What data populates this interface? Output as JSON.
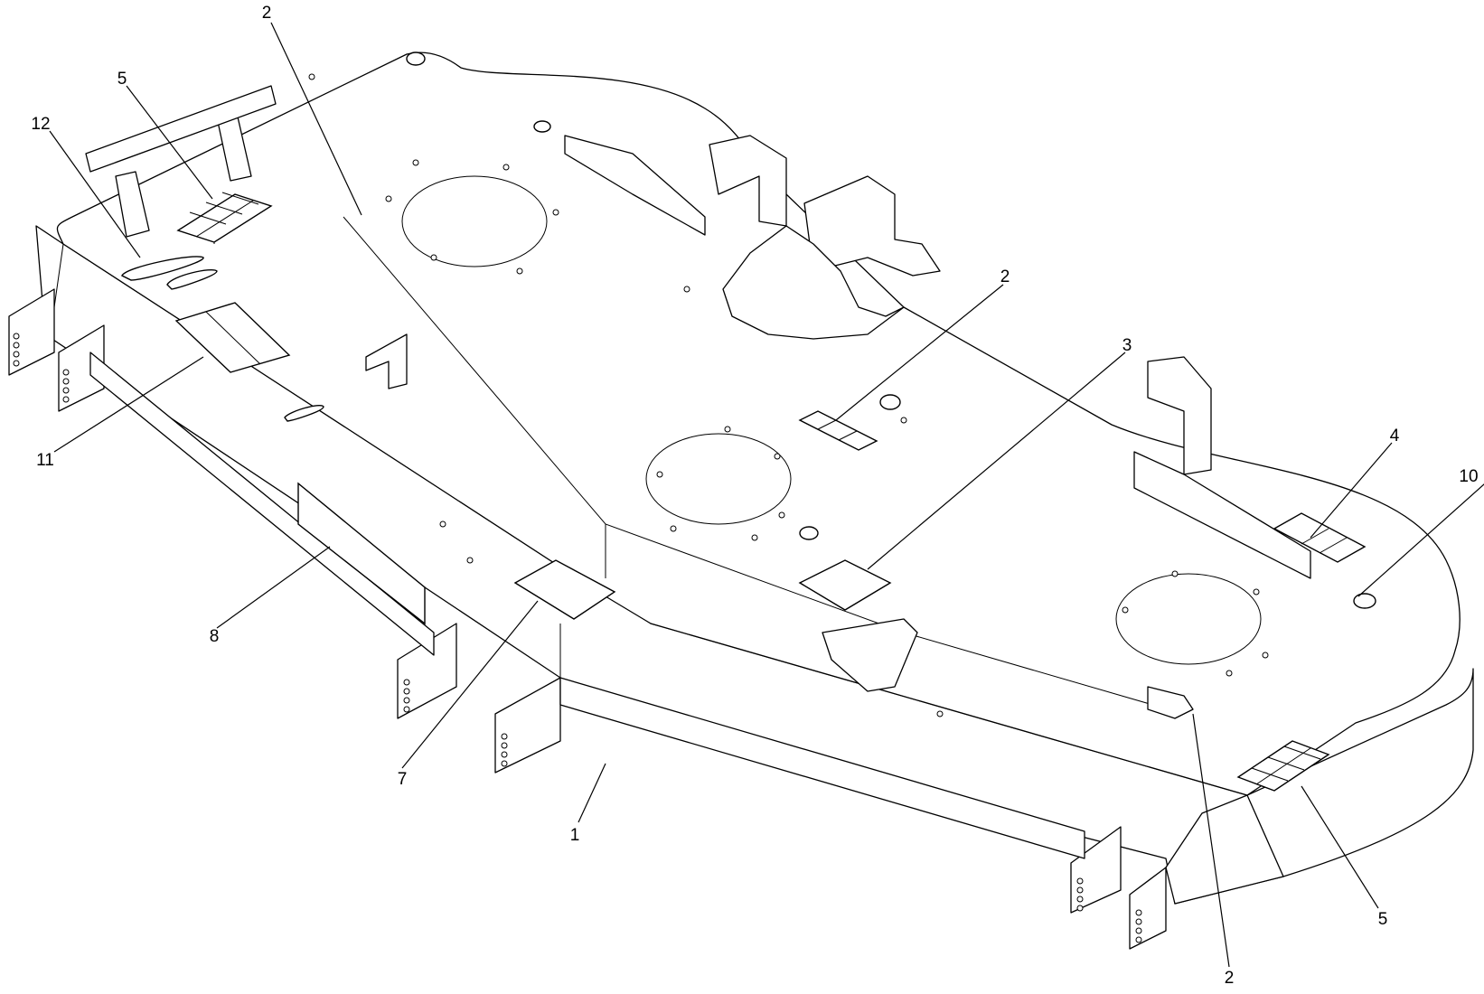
{
  "callouts": [
    {
      "id": "c-2a",
      "label": "2"
    },
    {
      "id": "c-5a",
      "label": "5"
    },
    {
      "id": "c-12",
      "label": "12"
    },
    {
      "id": "c-11",
      "label": "11"
    },
    {
      "id": "c-8",
      "label": "8"
    },
    {
      "id": "c-7",
      "label": "7"
    },
    {
      "id": "c-1",
      "label": "1"
    },
    {
      "id": "c-2b",
      "label": "2"
    },
    {
      "id": "c-3",
      "label": "3"
    },
    {
      "id": "c-4",
      "label": "4"
    },
    {
      "id": "c-10",
      "label": "10"
    },
    {
      "id": "c-5b",
      "label": "5"
    },
    {
      "id": "c-2c",
      "label": "2"
    }
  ]
}
